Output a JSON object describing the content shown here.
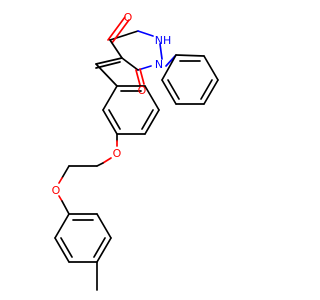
{
  "atom_labels": {
    "carbonyl_o_upper": "O",
    "carbonyl_o_lower": "O",
    "nh": "NH",
    "n": "N",
    "ether_o_1": "O",
    "ether_o_2": "O"
  },
  "colors": {
    "carbon": "#000000",
    "oxygen": "#ff0000",
    "nitrogen": "#0000ff",
    "background": "#ffffff"
  }
}
